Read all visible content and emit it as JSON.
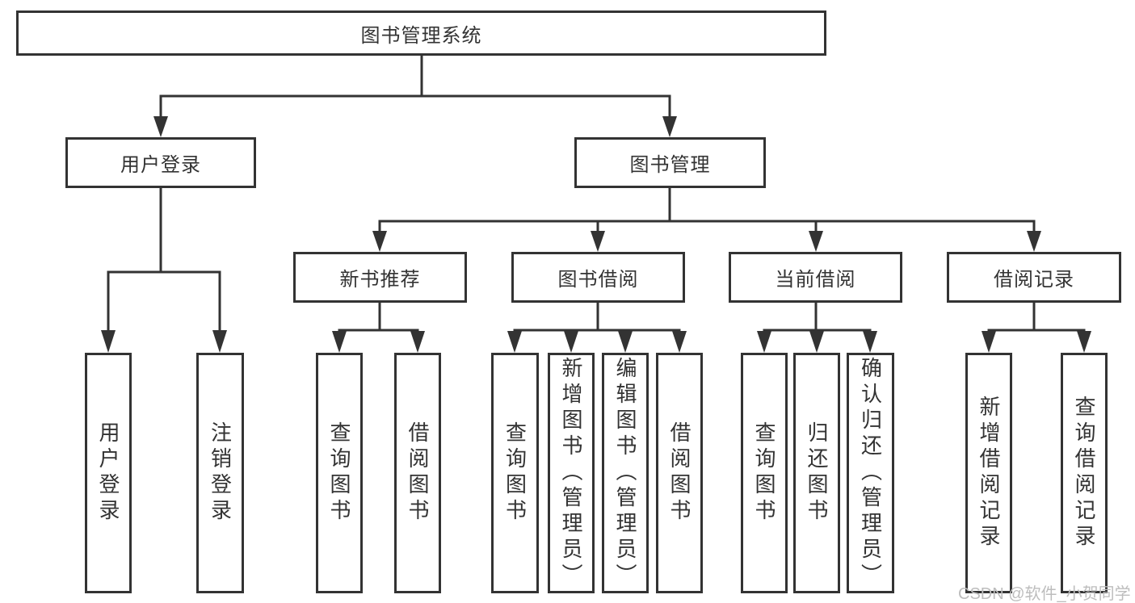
{
  "diagram": {
    "title": "图书管理系统",
    "watermark": "CSDN @软件_小贺同学",
    "colors": {
      "line": "#333333",
      "box_border": "#333333",
      "text": "#333333",
      "watermark": "#bdbdbd",
      "background": "#ffffff"
    },
    "nodes": {
      "root": {
        "label": "图书管理系统"
      },
      "user_login": {
        "label": "用户登录"
      },
      "book_mgmt": {
        "label": "图书管理"
      },
      "new_book_rec": {
        "label": "新书推荐"
      },
      "book_borrow": {
        "label": "图书借阅"
      },
      "current_borrow": {
        "label": "当前借阅"
      },
      "borrow_records": {
        "label": "借阅记录"
      },
      "leaf_user_login": {
        "label": "用户登录"
      },
      "leaf_logout": {
        "label": "注销登录"
      },
      "leaf_query_book_1": {
        "label": "查询图书"
      },
      "leaf_borrow_book_1": {
        "label": "借阅图书"
      },
      "leaf_query_book_2": {
        "label": "查询图书"
      },
      "leaf_add_book": {
        "label": "新增图书（管理员）"
      },
      "leaf_edit_book": {
        "label": "编辑图书（管理员）"
      },
      "leaf_borrow_book_2": {
        "label": "借阅图书"
      },
      "leaf_query_book_3": {
        "label": "查询图书"
      },
      "leaf_return_book": {
        "label": "归还图书"
      },
      "leaf_confirm_return": {
        "label": "确认归还（管理员）"
      },
      "leaf_add_record": {
        "label": "新增借阅记录"
      },
      "leaf_query_record": {
        "label": "查询借阅记录"
      }
    }
  }
}
